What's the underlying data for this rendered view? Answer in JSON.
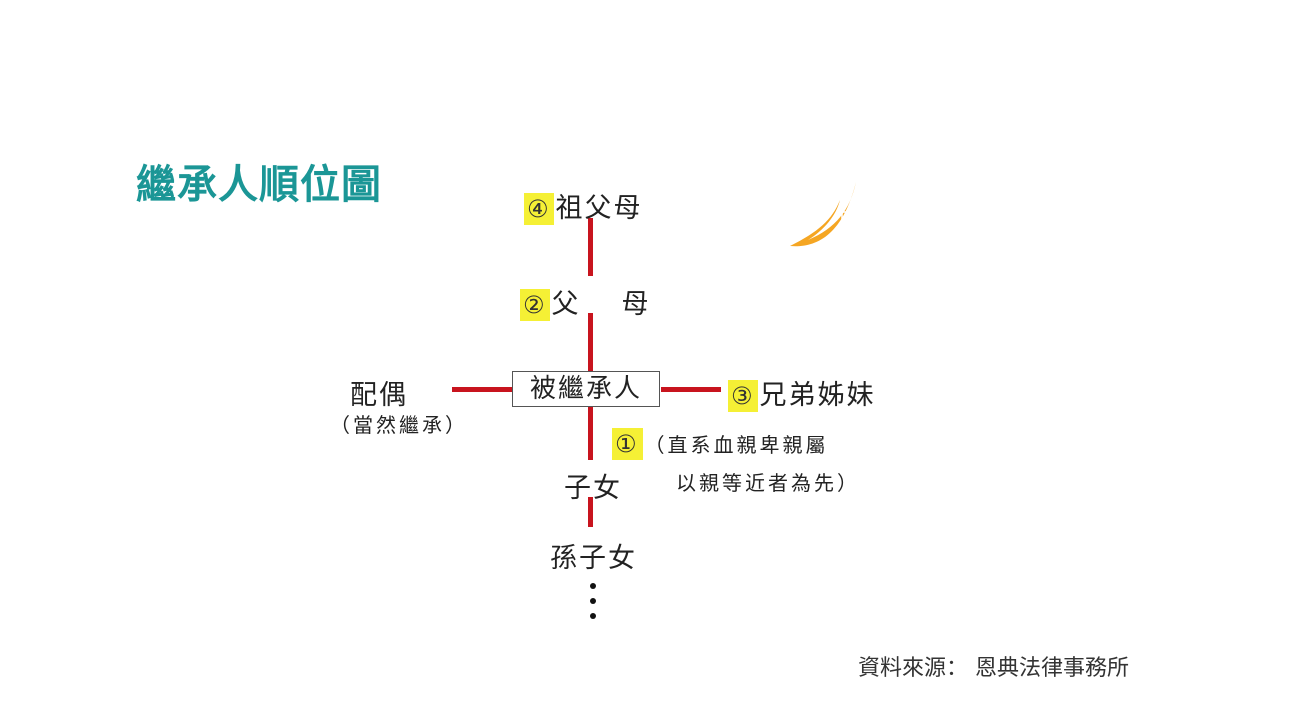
{
  "title": "繼承人順位圖",
  "nodes": {
    "grandparents": {
      "num": "④",
      "label": "祖父母"
    },
    "parents": {
      "num": "②",
      "label": "父　母"
    },
    "decedent": "被繼承人",
    "spouse": {
      "label": "配偶",
      "note": "（當然繼承）"
    },
    "siblings": {
      "num": "③",
      "label": "兄弟姊妹"
    },
    "children": {
      "num": "①",
      "note_line1": "（直系血親卑親屬",
      "note_line2": "以親等近者為先）",
      "label": "子女"
    },
    "grandchildren": "孫子女"
  },
  "source": "資料來源： 恩典法律事務所",
  "colors": {
    "title": "#1b9696",
    "line": "#c8141e",
    "highlight": "#f5f035",
    "logo": "#f5a623"
  },
  "icons": {
    "logo": "orange-feather-logo"
  }
}
